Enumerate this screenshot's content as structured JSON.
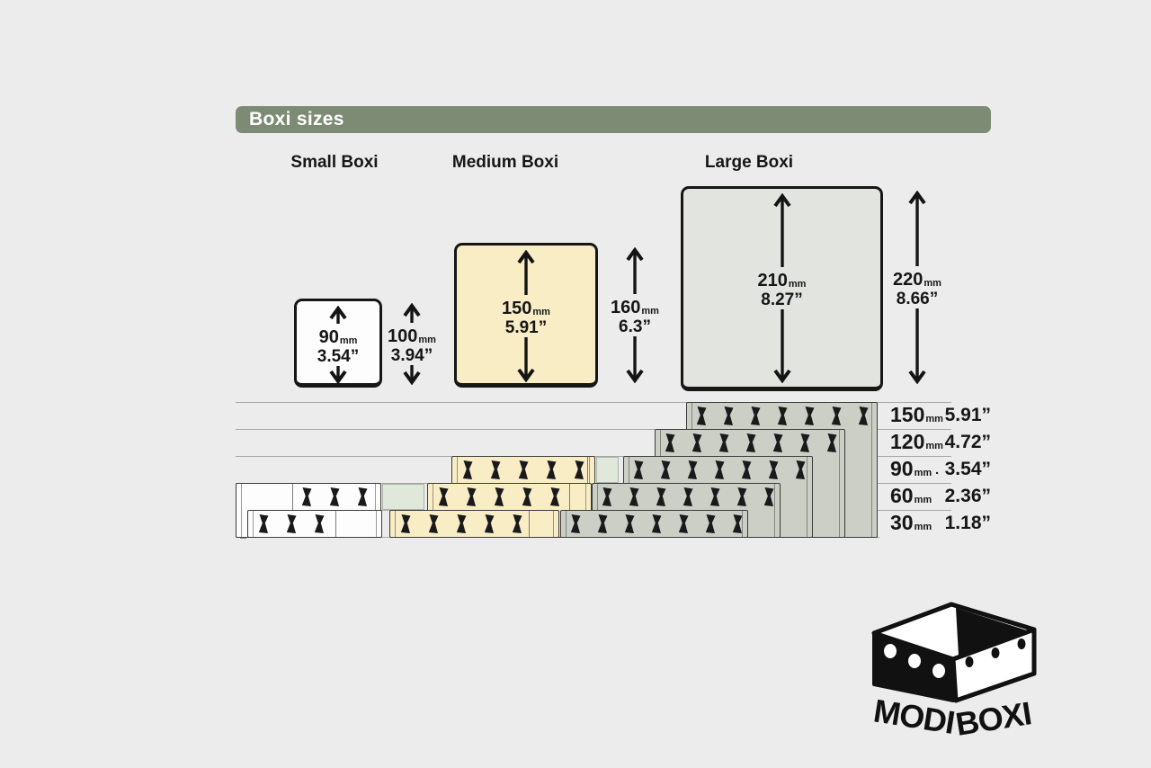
{
  "header": {
    "title": "Boxi sizes"
  },
  "sizes": [
    {
      "name": "Small Boxi",
      "inner": {
        "mm": "90",
        "unit": "mm",
        "inch": "3.54”"
      },
      "outer": {
        "mm": "100",
        "unit": "mm",
        "inch": "3.94”"
      },
      "wall_heights_mm": [
        60,
        30
      ]
    },
    {
      "name": "Medium Boxi",
      "inner": {
        "mm": "150",
        "unit": "mm",
        "inch": "5.91”"
      },
      "outer": {
        "mm": "160",
        "unit": "mm",
        "inch": "6.3”"
      },
      "wall_heights_mm": [
        90,
        60,
        30
      ]
    },
    {
      "name": "Large Boxi",
      "inner": {
        "mm": "210",
        "unit": "mm",
        "inch": "8.27”"
      },
      "outer": {
        "mm": "220",
        "unit": "mm",
        "inch": "8.66”"
      },
      "wall_heights_mm": [
        150,
        120,
        90,
        60,
        30
      ]
    }
  ],
  "height_scale": {
    "rows": [
      {
        "mm": "150",
        "unit": "mm",
        "inch": "5.91”"
      },
      {
        "mm": "120",
        "unit": "mm",
        "inch": "4.72”"
      },
      {
        "mm": "90",
        "unit": "mm",
        "sep": ".",
        "inch": "3.54”"
      },
      {
        "mm": "60",
        "unit": "mm",
        "inch": "2.36”"
      },
      {
        "mm": "30",
        "unit": "mm",
        "inch": "1.18”"
      }
    ]
  },
  "logo": {
    "word1": "MODI",
    "word2": "BOXI"
  },
  "colors": {
    "background": "#ececec",
    "header_bg": "#7d8b74",
    "header_text": "#ffffff",
    "small_fill": "#fdfdfd",
    "medium_fill": "#f8edc5",
    "large_box_fill": "#e2e4e0",
    "large_panel_fill": "#cbcfc6",
    "accent_green": "#dfe8da",
    "line": "#a6a6a6",
    "ink": "#161616"
  }
}
